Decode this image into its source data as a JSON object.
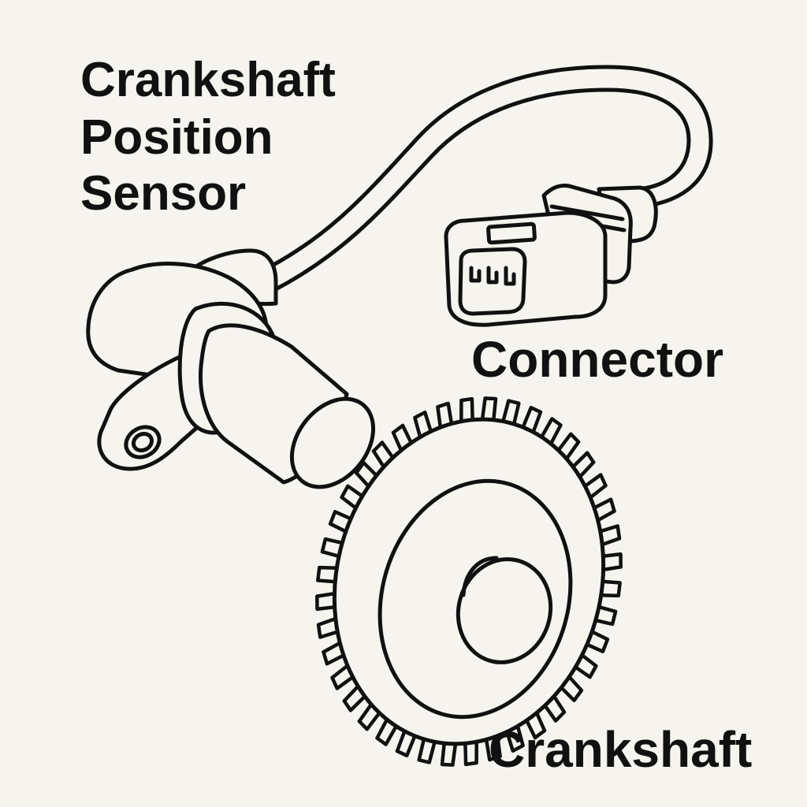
{
  "labels": {
    "sensor_line1": "Crankshaft",
    "sensor_line2": "Position",
    "sensor_line3": "Sensor",
    "connector": "Connector",
    "crankshaft": "Crankshaft"
  },
  "colors": {
    "background": "#f6f4ef",
    "ink": "#111111"
  },
  "gear": {
    "tooth_count": 40
  }
}
